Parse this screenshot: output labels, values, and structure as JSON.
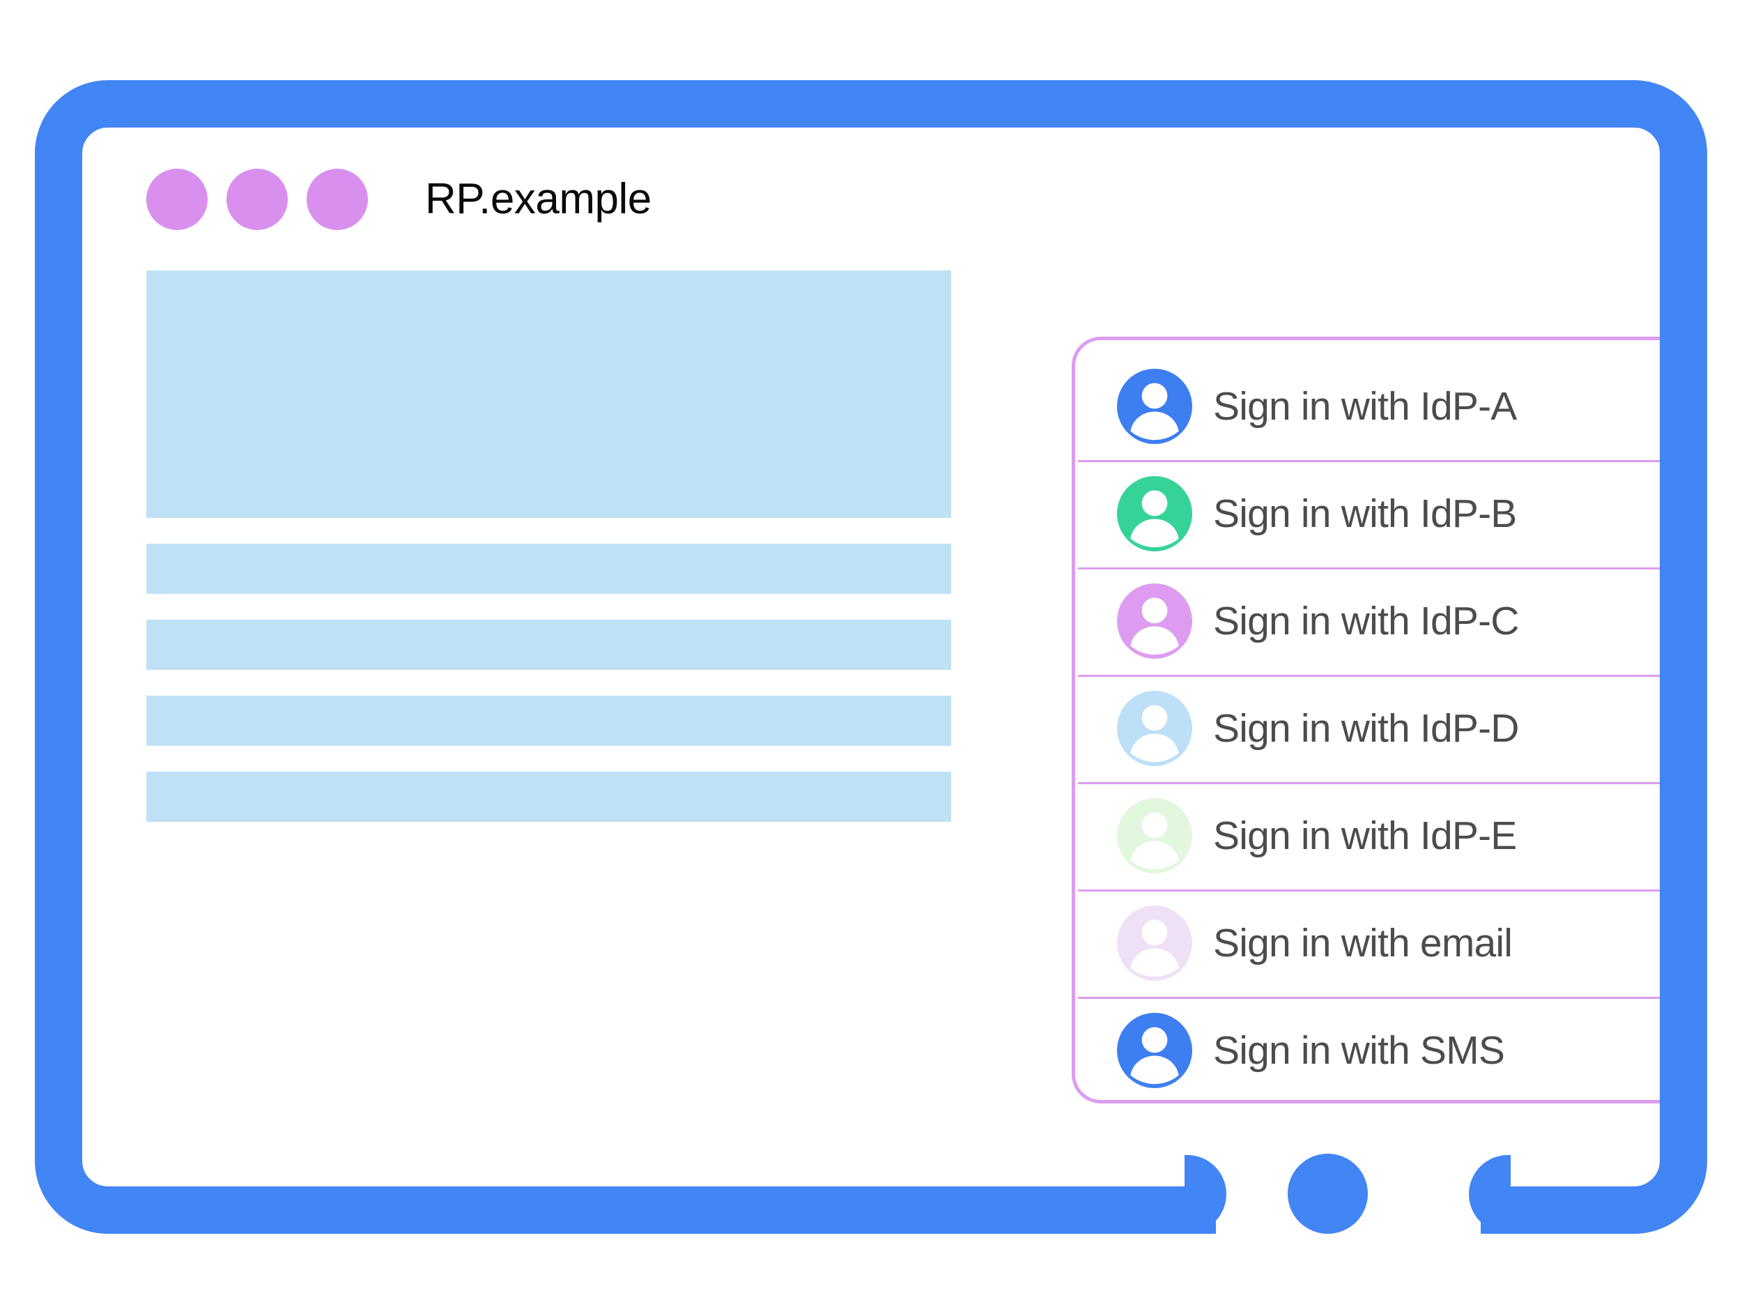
{
  "device": {
    "bezel_color": "#4285f4",
    "home_button_name": "home-button"
  },
  "browser": {
    "site_title": "RP.example",
    "tab_dot_color": "#d98fee",
    "tab_dots": [
      "tab-dot-1",
      "tab-dot-2",
      "tab-dot-3"
    ]
  },
  "page_skeleton": {
    "placeholder_color": "#bfe1f5",
    "blocks": [
      {
        "name": "hero-placeholder",
        "type": "hero"
      },
      {
        "name": "line-placeholder-1",
        "type": "bar"
      },
      {
        "name": "line-placeholder-2",
        "type": "bar"
      },
      {
        "name": "line-placeholder-3",
        "type": "bar"
      },
      {
        "name": "line-placeholder-4",
        "type": "bar"
      }
    ]
  },
  "account_chooser": {
    "border_color": "#dd9cf0",
    "divider_color": "#dd9cf0",
    "label_color": "#4c4c4c",
    "items": [
      {
        "label": "Sign in with IdP-A",
        "icon": "account-avatar-icon",
        "avatar_color": "#3d7ef0"
      },
      {
        "label": "Sign in with IdP-B",
        "icon": "account-avatar-icon",
        "avatar_color": "#36d399"
      },
      {
        "label": "Sign in with IdP-C",
        "icon": "account-avatar-icon",
        "avatar_color": "#dd9cf0"
      },
      {
        "label": "Sign in with IdP-D",
        "icon": "account-avatar-icon",
        "avatar_color": "#bddff7"
      },
      {
        "label": "Sign in with IdP-E",
        "icon": "account-avatar-icon",
        "avatar_color": "#e3f7de"
      },
      {
        "label": "Sign in with email",
        "icon": "account-avatar-icon",
        "avatar_color": "#efe1f5"
      },
      {
        "label": "Sign in with SMS",
        "icon": "account-avatar-icon",
        "avatar_color": "#3d7ef0"
      }
    ]
  }
}
